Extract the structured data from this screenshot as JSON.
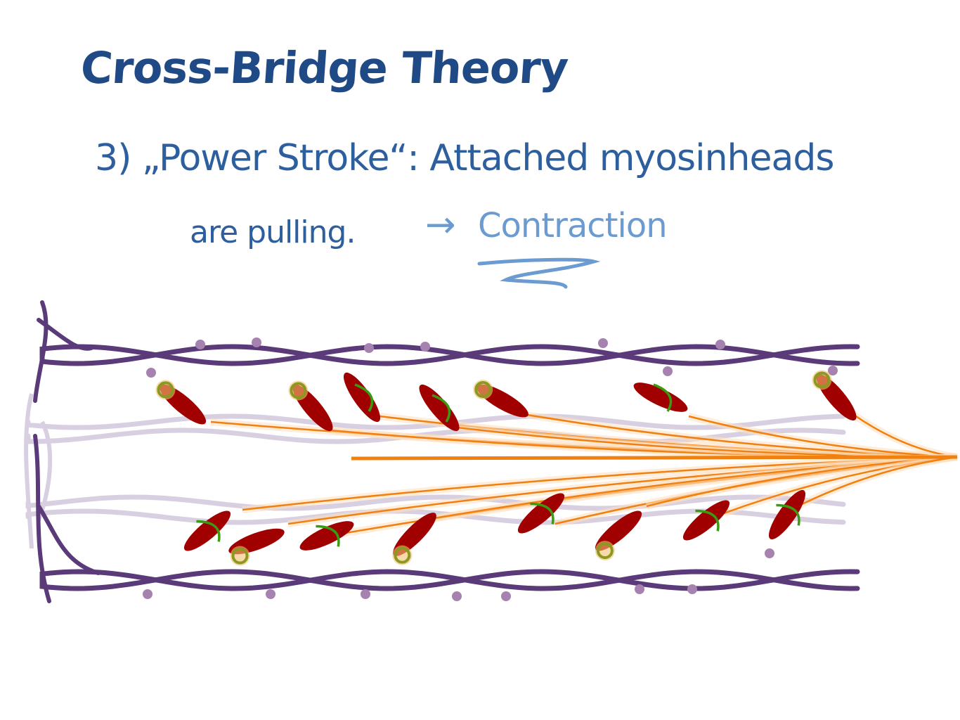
{
  "title": "Cross-Bridge Theory",
  "step": {
    "line1": "3) „Power Stroke“: Attached myosinheads",
    "line2": "are pulling.",
    "arrow": "→",
    "result": "Contraction"
  },
  "colors": {
    "title": "#1f4a85",
    "text": "#2d5f9e",
    "accent": "#6b9bd0",
    "actin": "#5a3a78",
    "actin_faded": "#d8d0e0",
    "myosin_head": "#a00000",
    "myosin_tail": "#f08010",
    "binding": "#3a9a10"
  }
}
